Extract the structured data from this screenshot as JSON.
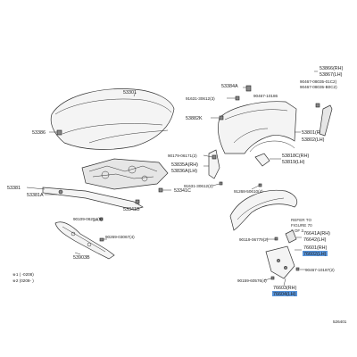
{
  "parts": {
    "hood": "53301",
    "hood_bolt": "53386",
    "hood_lock_bracket": "53384A",
    "support_bracket_upper": "53381",
    "support_bracket_lower": "53381A",
    "insulator_clip": "53341B",
    "insulator_clip_right": "53341C",
    "hood_stay": "53903B",
    "bolt_90109": "90109-06294(5)",
    "clip_90269": "90269-03067(4)",
    "bracket_53835": "53835A(RH)",
    "bracket_53836": "53836A(LH)",
    "bolt_90179": "90179-06171(2)",
    "grommet_53882": "53882K",
    "bolt_91631": "91631-30612(3)",
    "bolt_91631b": "91631-30612(2)",
    "nut_91268": "91268-50610(4)",
    "fender_rh": "53801(RH)",
    "fender_lh": "53802(LH)",
    "fender_liner_rh": "53818C(RH)",
    "fender_liner_lh": "53819(LH)",
    "mud_guard_rh": "53866(RH)",
    "mud_guard_lh": "53867(LH)",
    "clip_90467a": "90467-08035-01C2)",
    "clip_90467b": "90467-08035-B0C2)",
    "clip_90467c": "90467-10186",
    "clip_90467_label": "90467-08035-01C2)",
    "flare_rh": "76641A(RH)",
    "flare_lh": "76642(LH)",
    "flare_lower_rh": "76603(RH)",
    "flare_lower_lh": "76604(LH)",
    "liner_rh": "76601(RH)",
    "liner_lh": "76602(LH)",
    "bolt_90119": "90119-06779(2)",
    "bolt_90159": "90159-60576(4)",
    "clip_90467d": "90467-10187(2)",
    "hood_lock_note": "53903B"
  },
  "notes": {
    "refer": "REFER TO",
    "figure": "FIGURE 70",
    "page": "2 OF 2",
    "prefix": "53386"
  },
  "legend": {
    "line1": "※1 (    -0208)",
    "line2": "※2 (0208-    )"
  },
  "diagram_id": "526401",
  "highlight_color": "#3b82d6"
}
